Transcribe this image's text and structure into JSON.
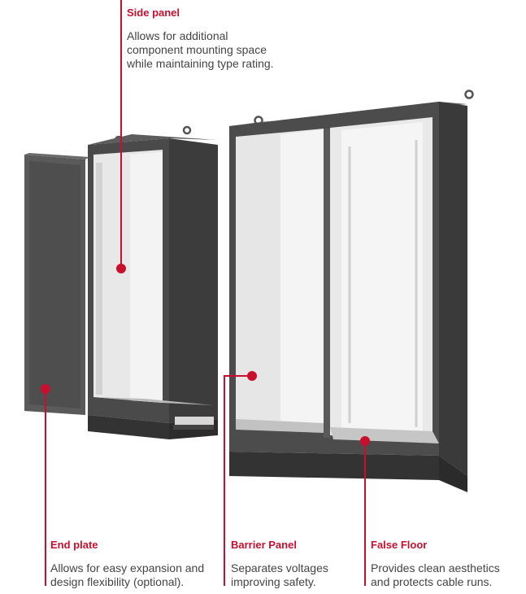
{
  "colors": {
    "accent": "#c8102e",
    "enclosure": "#505050",
    "enclosure_dark": "#3e3e3e",
    "interior": "#eeeeee",
    "background": "#ffffff"
  },
  "callouts": {
    "side_panel": {
      "title": "Side panel",
      "desc_lines": [
        "Allows for additional",
        "component mounting space",
        "while maintaining type rating."
      ]
    },
    "end_plate": {
      "title": "End plate",
      "desc_lines": [
        "Allows for easy expansion and",
        "design flexibility (optional)."
      ]
    },
    "barrier_panel": {
      "title": "Barrier Panel",
      "desc_lines": [
        "Separates voltages",
        "improving safety."
      ]
    },
    "false_floor": {
      "title": "False Floor",
      "desc_lines": [
        "Provides clean aesthetics",
        "and protects cable runs."
      ]
    }
  }
}
